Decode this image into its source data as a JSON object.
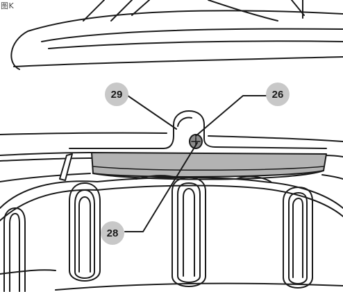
{
  "figure": {
    "label": "图K"
  },
  "callouts": [
    {
      "id": "29",
      "text": "29"
    },
    {
      "id": "26",
      "text": "26"
    },
    {
      "id": "28",
      "text": "28"
    }
  ],
  "colors": {
    "line": "#1a1a1a",
    "plate_fill": "#b3b3b3",
    "plate_dark": "#8c8c8c",
    "badge_fill": "#c8c8c8"
  }
}
